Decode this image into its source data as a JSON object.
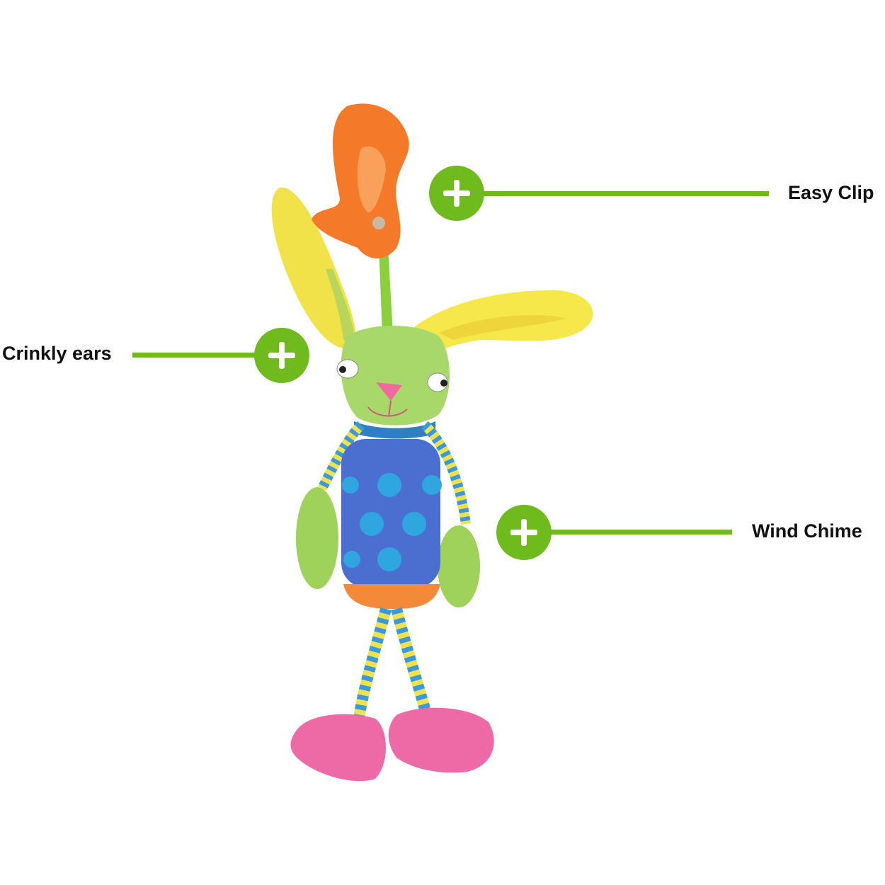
{
  "diagram": {
    "type": "product-feature-callouts",
    "subject": "plush bunny wind chime toy",
    "accent_color": "#6fba1c",
    "callouts": [
      {
        "id": "easy-clip",
        "label": "Easy Clip",
        "icon": "plus-icon",
        "side": "right"
      },
      {
        "id": "crinkly-ears",
        "label": "Crinkly ears",
        "icon": "plus-icon",
        "side": "left"
      },
      {
        "id": "wind-chime",
        "label": "Wind Chime",
        "icon": "plus-icon",
        "side": "right"
      }
    ]
  }
}
